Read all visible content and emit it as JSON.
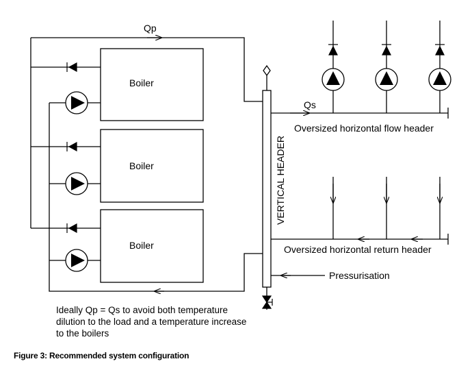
{
  "labels": {
    "qp": "Qp",
    "qs": "Qs",
    "boiler_1": "Boiler",
    "boiler_2": "Boiler",
    "boiler_3": "Boiler",
    "vertical_header": "VERTICAL HEADER",
    "flow_header": "Oversized horizontal flow header",
    "return_header": "Oversized horizontal return header",
    "pressurisation": "Pressurisation",
    "note_line1": "Ideally Qp = Qs to avoid both temperature",
    "note_line2": "dilution to the load and a temperature increase",
    "note_line3": "to the boilers"
  },
  "caption": "Figure 3: Recommended system configuration",
  "colors": {
    "line": "#000000",
    "background": "#ffffff"
  }
}
